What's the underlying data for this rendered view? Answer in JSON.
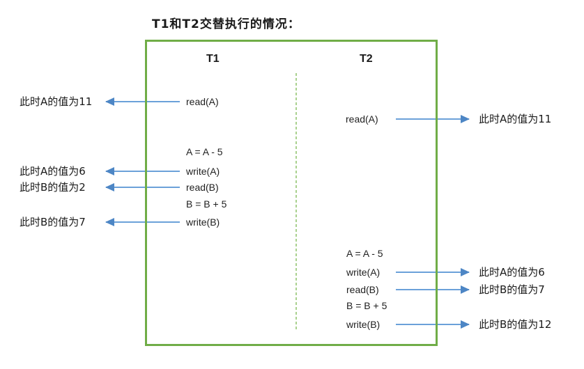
{
  "title": "T1和T2交替执行的情况：",
  "colors": {
    "box_border_green": "#70ad47",
    "divider_green": "#a9d18e",
    "arrow_blue": "#6ba1d9",
    "arrowhead_blue": "#4d86c5",
    "text": "#1f1f1f"
  },
  "t1": {
    "label": "T1",
    "ops": [
      {
        "text": "read(A)",
        "annotation": "此时A的值为11"
      },
      {
        "text": "A = A - 5"
      },
      {
        "text": "write(A)",
        "annotation": "此时A的值为6"
      },
      {
        "text": "read(B)",
        "annotation": "此时B的值为2"
      },
      {
        "text": "B = B + 5"
      },
      {
        "text": "write(B)",
        "annotation": "此时B的值为7"
      }
    ]
  },
  "t2": {
    "label": "T2",
    "ops": [
      {
        "text": "read(A)",
        "annotation": "此时A的值为11"
      },
      {
        "text": "A = A - 5"
      },
      {
        "text": "write(A)",
        "annotation": "此时A的值为6"
      },
      {
        "text": "read(B)",
        "annotation": "此时B的值为7"
      },
      {
        "text": "B = B + 5"
      },
      {
        "text": "write(B)",
        "annotation": "此时B的值为12"
      }
    ]
  }
}
